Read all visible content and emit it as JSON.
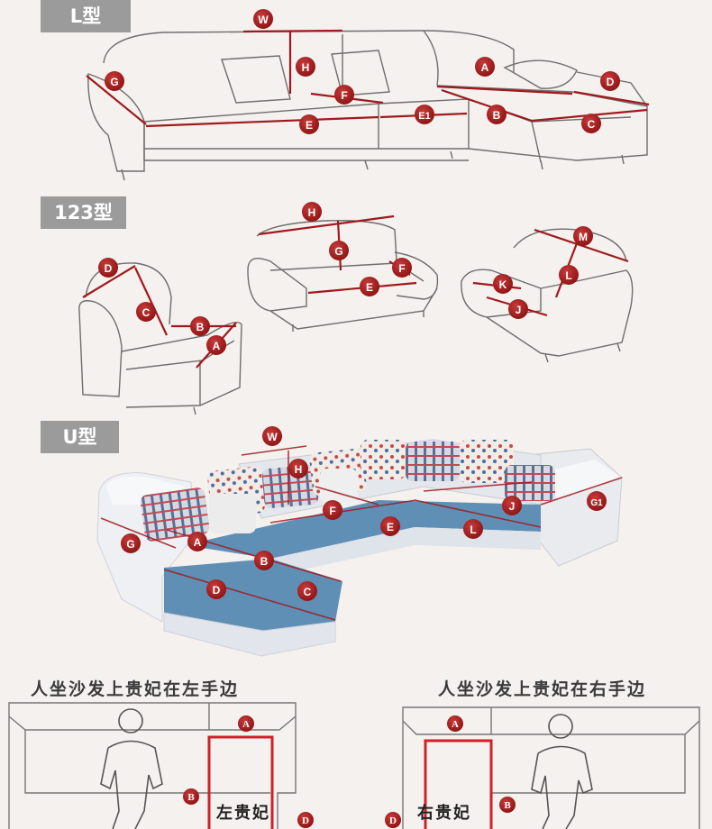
{
  "sections": {
    "l": {
      "tag": "L型"
    },
    "s123": {
      "tag": "123型"
    },
    "u": {
      "tag": "U型"
    }
  },
  "markers": {
    "l": [
      "W",
      "H",
      "G",
      "F",
      "E",
      "E1",
      "A",
      "D",
      "B",
      "C"
    ],
    "s123": [
      "D",
      "C",
      "B",
      "A",
      "H",
      "G",
      "F",
      "E",
      "M",
      "L",
      "K",
      "J"
    ],
    "u": [
      "W",
      "H",
      "F",
      "E",
      "J",
      "L",
      "G1",
      "G",
      "A",
      "B",
      "D",
      "C"
    ]
  },
  "bottom": {
    "left": {
      "caption": "人坐沙发上贵妃在左手边",
      "seat": "左贵妃",
      "markers": [
        "A",
        "B",
        "D"
      ]
    },
    "right": {
      "caption": "人坐沙发上贵妃在右手边",
      "seat": "右贵妃",
      "markers": [
        "A",
        "B",
        "D"
      ]
    }
  },
  "colors": {
    "marker": "#9e1a1a",
    "measure_line": "#a0191e",
    "sketch": "#6e6e6e",
    "tag_bg": "#9b9b9b",
    "sofa_blue": "#5f8fb4",
    "sofa_white": "#eef0f3"
  }
}
